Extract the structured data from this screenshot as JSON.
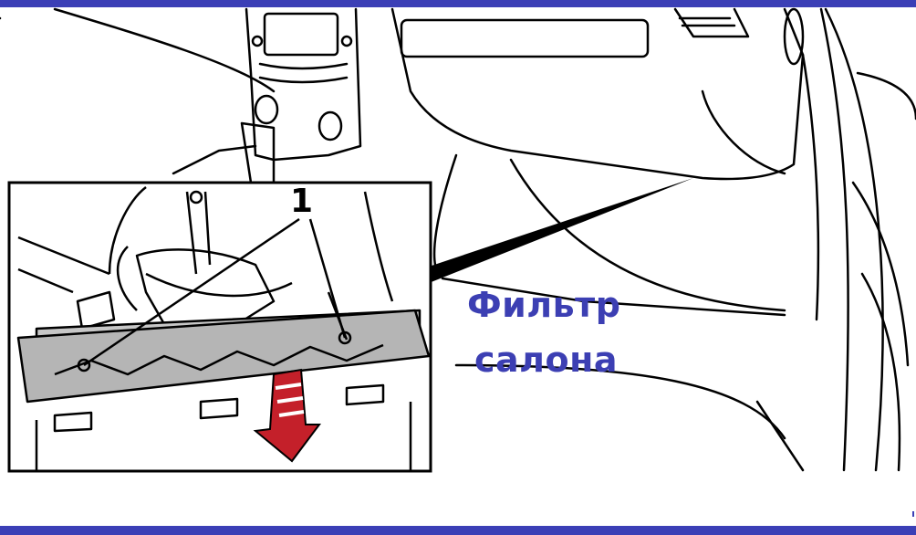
{
  "callout": {
    "line1": "Фильтр",
    "line2": "салона",
    "text_color": "#3c3fb3"
  },
  "inset": {
    "part_number": "1"
  },
  "frame": {
    "band_color": "#3b3fb6"
  },
  "icons": [
    "dashboard-illustration",
    "filter-housing-inset",
    "pull-direction-arrow"
  ]
}
